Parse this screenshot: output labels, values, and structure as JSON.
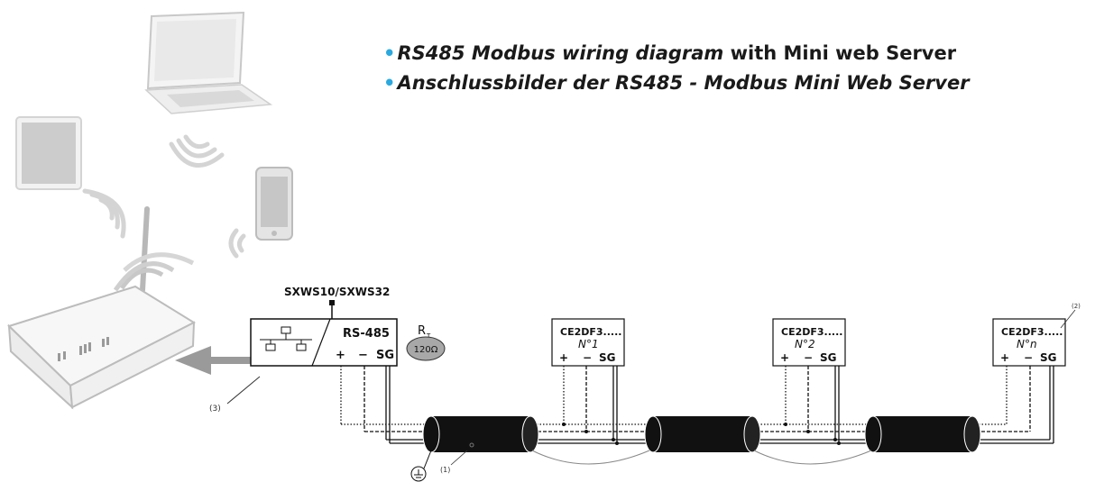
{
  "headlines": {
    "line1_bullet": "•",
    "line1_italic": "RS485 Modbus wiring diagram",
    "line1_rest": " with Mini web Server",
    "line2_bullet": "•",
    "line2_italic": "Anschlussbilder der RS485 - Modbus Mini Web Server"
  },
  "webserver": {
    "model": "SXWS10/SXWS32",
    "port_label": "RS-485",
    "terminals": [
      "+",
      "−",
      "SG"
    ]
  },
  "resistor": {
    "label": "R",
    "subscript": "T",
    "value": "120Ω"
  },
  "devices": [
    {
      "model": "CE2DF3.....",
      "number": "N°1",
      "terminals": [
        "+",
        "−",
        "SG"
      ]
    },
    {
      "model": "CE2DF3.....",
      "number": "N°2",
      "terminals": [
        "+",
        "−",
        "SG"
      ]
    },
    {
      "model": "CE2DF3.....",
      "number": "N°n",
      "terminals": [
        "+",
        "−",
        "SG"
      ]
    }
  ],
  "callouts": {
    "cable": "(1)",
    "device_note": "(2)",
    "ethernet": "(3)"
  },
  "colors": {
    "bullet": "#29a9e0",
    "cable": "#111111",
    "ethernet_arrow": "#9a9a9a",
    "resistor_fill": "#a8a8a8"
  }
}
